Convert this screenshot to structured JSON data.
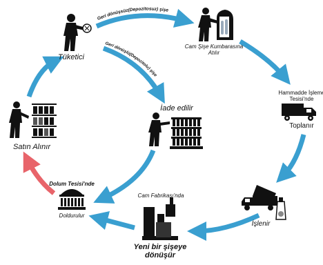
{
  "labels": {
    "consumer": "Tüketici",
    "non_returnable_bottle": "Geri dönüşsüz(Depozitosuz) şişe",
    "returnable_bottle": "Geri dönüşlü(Depozitolu) şişe",
    "bottle_bank_line1": "Cam Şişe Kumbarasına",
    "bottle_bank_line2": "Atılır",
    "returned": "İade edilir",
    "processing_facility_line1": "Hammadde İşleme",
    "processing_facility_line2": "Tesisi'nde",
    "collected": "Toplanır",
    "processed": "İşlenir",
    "glass_factory": "Cam Fabrikası'nda",
    "new_bottle_line1": "Yeni bir şişeye",
    "new_bottle_line2": "dönüşür",
    "filling_facility": "Dolum Tesisi'nde",
    "filled": "Doldurulur",
    "purchased": "Satın Alınır"
  },
  "colors": {
    "arrow_blue": "#3a9fd0",
    "arrow_red": "#e8646a",
    "icon": "#111111"
  },
  "icons": [
    "consumer-throwing-icon",
    "bottle-bank-icon",
    "collection-truck-icon",
    "dump-truck-icon",
    "glass-factory-icon",
    "filling-facility-icon",
    "shopper-shelf-icon",
    "return-crates-icon"
  ]
}
